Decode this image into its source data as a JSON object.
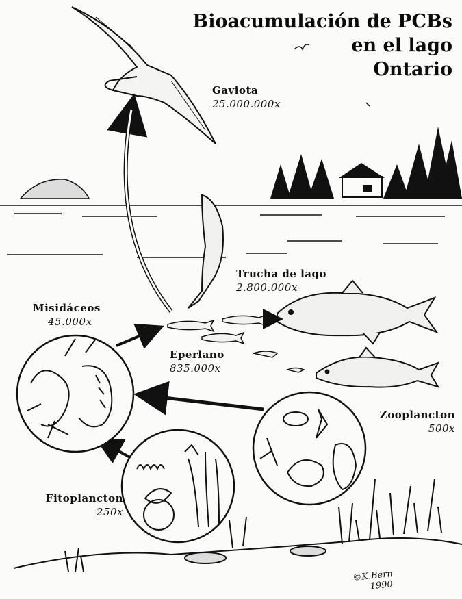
{
  "title": {
    "lines": [
      "Bioacumulación de PCBs",
      "en el lago",
      "Ontario"
    ]
  },
  "organisms": {
    "gaviota": {
      "name": "Gaviota",
      "factor": "25.000.000x"
    },
    "trucha": {
      "name": "Trucha de lago",
      "factor": "2.800.000x"
    },
    "misidaceos": {
      "name": "Misidáceos",
      "factor": "45.000x"
    },
    "eperlano": {
      "name": "Eperlano",
      "factor": "835.000x"
    },
    "zooplancton": {
      "name": "Zooplancton",
      "factor": "500x"
    },
    "fitoplancton": {
      "name": "Fitoplancton",
      "factor": "250x"
    }
  },
  "signature": {
    "mark": "©K.Bern",
    "year": "1990"
  },
  "icons": {
    "gull": "gull-icon",
    "trout": "trout-icon",
    "smelt": "smelt-icon",
    "mysid_circle": "mysid-circle-icon",
    "zooplankton_circle": "zooplankton-circle-icon",
    "phytoplankton_circle": "phytoplankton-circle-icon"
  },
  "colors": {
    "ink": "#111111",
    "paper": "#fbfbf9"
  }
}
